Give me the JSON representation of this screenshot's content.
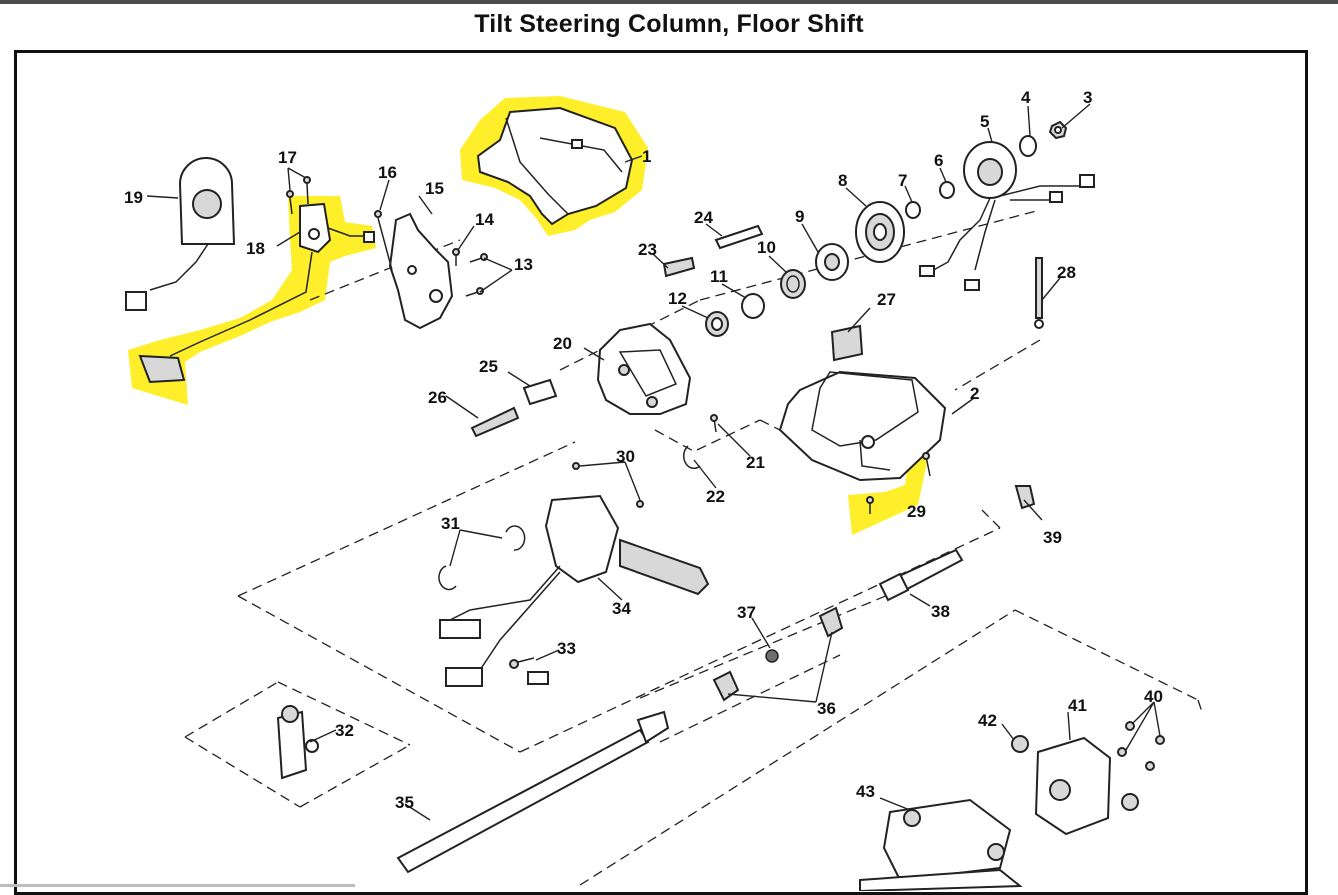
{
  "title": "Tilt Steering Column, Floor Shift",
  "callouts": [
    "1",
    "2",
    "3",
    "4",
    "5",
    "6",
    "7",
    "8",
    "9",
    "10",
    "11",
    "12",
    "13",
    "14",
    "15",
    "16",
    "17",
    "18",
    "19",
    "20",
    "21",
    "22",
    "23",
    "24",
    "25",
    "26",
    "27",
    "28",
    "29",
    "30",
    "31",
    "32",
    "33",
    "34",
    "35",
    "36",
    "37",
    "38",
    "39",
    "40",
    "41",
    "42",
    "43"
  ],
  "highlight_color": "#ffef2a"
}
